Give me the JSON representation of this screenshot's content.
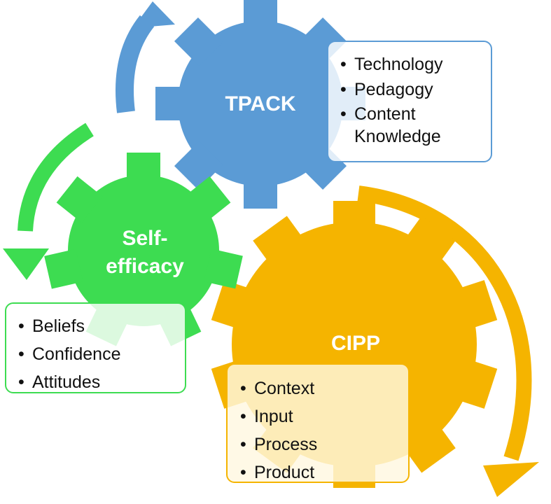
{
  "colors": {
    "tpack": "#5b9bd5",
    "self_efficacy": "#3ddc51",
    "cipp": "#f5b400",
    "label_text": "#ffffff"
  },
  "gears": {
    "tpack": {
      "label": "TPACK",
      "items": [
        "Technology",
        "Pedagogy",
        "Content Knowledge"
      ]
    },
    "self_efficacy": {
      "label_line1": "Self-",
      "label_line2": "efficacy",
      "items": [
        "Beliefs",
        "Confidence",
        "Attitudes"
      ]
    },
    "cipp": {
      "label": "CIPP",
      "items": [
        "Context",
        "Input",
        "Process",
        "Product"
      ]
    }
  },
  "arrows": [
    "blue-arrow-up",
    "green-arrow-down",
    "yellow-arrow-down"
  ]
}
